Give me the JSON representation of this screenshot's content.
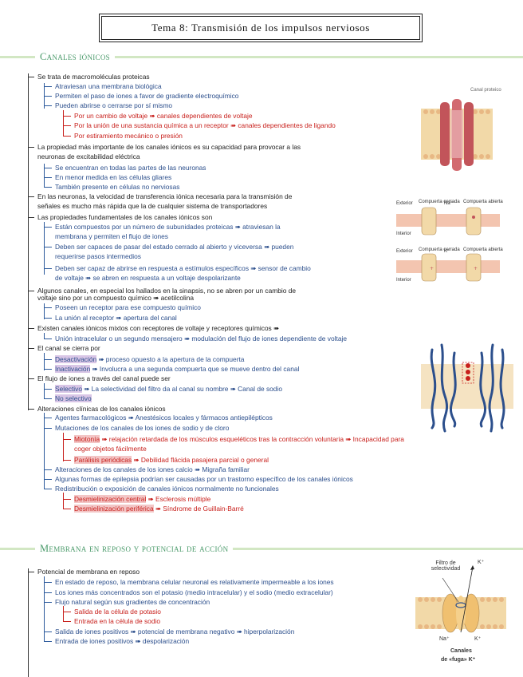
{
  "title": "Tema 8: Transmisión de los impulsos nerviosos",
  "sections": {
    "canales": "Canales iónicos",
    "membrana": "Membrana en reposo y potencial de acción"
  },
  "canales_lines": {
    "l1": "Se trata de macromoléculas proteicas",
    "l1a": "Atraviesan una membrana biológica",
    "l1b": "Permiten el paso de iones a favor de gradiente electroquímico",
    "l1c": "Pueden abrirse o cerrarse por sí mismo",
    "l1c1": "Por un cambio de voltaje ➠ canales dependientes de voltaje",
    "l1c2": "Por la unión de una sustancia química a un receptor ➠ canales dependientes de ligando",
    "l1c3": "Por estiramiento mecánico o presión",
    "l2": "La propiedad más importante de los canales iónicos es su capacidad para provocar a las",
    "l2b": "neuronas de excitabilidad eléctrica",
    "l2a": "Se encuentran en todas las partes de las neuronas",
    "l2c": "En menor medida en las células gliares",
    "l2d": "También presente en células no nerviosas",
    "l3": "En las neuronas, la velocidad de transferencia iónica necesaria para la transmisión de",
    "l3b": "señales es mucho más rápida que la de cualquier sistema de transportadores",
    "l4": "Las propiedades fundamentales de los canales iónicos son",
    "l4a": "Están compuestos por un número de subunidades proteicas ➠ atraviesan la",
    "l4a2": "membrana y permiten el flujo de iones",
    "l4b": "Deben ser capaces de pasar del estado cerrado al abierto y viceversa ➠ pueden",
    "l4b2": "requerirse pasos intermedios",
    "l4c": "Deben ser capaz de abrirse en respuesta a estímulos específicos ➠ sensor de cambio",
    "l4c2": "de voltaje ➠ se abren en respuesta a un voltaje despolarizante",
    "l5": "Algunos canales, en especial los hallados en la sinapsis, no se abren por un cambio de",
    "l5b": "voltaje sino por un compuesto químico ➠ acetilcolina",
    "l5a": "Poseen un receptor para ese compuesto químico",
    "l5c": "La unión al receptor ➠ apertura del canal",
    "l6": "Existen canales iónicos mixtos con receptores de voltaje y receptores químicos ➠",
    "l6a": "Unión intracelular o un segundo mensajero ➠ modulación del flujo de iones dependiente de voltaje",
    "l7": "El canal se cierra por",
    "l7a_key": "Desactivación",
    "l7a": " ➠ proceso opuesto a la apertura de la compuerta",
    "l7b_key": "Inactivación",
    "l7b": " ➠ Involucra a una segunda compuerta que se mueve dentro del canal",
    "l8": "El flujo de iones a través del canal puede ser",
    "l8a_key": "Selectivo",
    "l8a": " ➠ La selectividad del filtro da al canal su nombre ➠ Canal de sodio",
    "l8b_key": "No selectivo",
    "l9": "Alteraciones clínicas de los canales iónicos",
    "l9a": "Agentes farmacológicos ➠ Anestésicos locales y fármacos antiepilépticos",
    "l9b": "Mutaciones de los canales de los iones de sodio y de cloro",
    "l9b1_key": "Miotonía",
    "l9b1": " ➠ relajación retardada de los músculos esqueléticos tras la ",
    "l9b1_red": "contracción voluntaria ➠ Incapacidad para",
    "l9b1b": "coger objetos fácilmente",
    "l9b2_key": "Parálisis periódicas",
    "l9b2": " ➠ Debilidad flácida pasajera parcial o general",
    "l9c": "Alteraciones de los canales de los iones calcio ➠ Migraña familiar",
    "l9d": "Algunas formas de epilepsia podrían ser causadas por un trastorno específico de los canales iónicos",
    "l9e": "Redistribución o exposición de canales iónicos normalmente no funcionales",
    "l9e1_key": "Desmielinización central",
    "l9e1": " ➠ Esclerosis múltiple",
    "l9e2_key": "Desmielinización periférica",
    "l9e2": " ➠ Síndrome de Guillain-Barré"
  },
  "membrana_lines": {
    "m1": "Potencial de membrana en reposo",
    "m1a": "En estado de reposo, la membrana celular neuronal es relativamente impermeable a los iones",
    "m1b": "Los iones más concentrados son el potasio (medio intracelular) y el sodio (medio extracelular)",
    "m1c": "Flujo natural según sus gradientes de concentración",
    "m1c1": "Salida de la célula de potasio",
    "m1c2": "Entrada en la célula de sodio",
    "m1d": "Salida de iones positivos ➠ potencial de membrana negativo ➠ hiperpolarización",
    "m1e": "Entrada de iones positivos ➠ despolarización"
  },
  "figures": {
    "fig1_label": "Canal proteico",
    "fig2_label_ext": "Exterior",
    "fig2_label_int": "Interior",
    "fig2_label_a": "Compuerta cerrada",
    "fig2_label_b": "Compuerta abierta",
    "fig2_ion_na": "Na⁺",
    "fig2_ion_k": "K⁺",
    "fig4_filtro": "Filtro de selectividad",
    "fig4_k_top": "K⁺",
    "fig4_na": "Na⁺",
    "fig4_k_bottom": "K⁺",
    "fig4_caption1": "Canales",
    "fig4_caption2": "de «fuga» K⁺"
  },
  "colors": {
    "section_green": "#4a9a6a",
    "section_bar": "#d2e7c3",
    "blue_text": "#2c4f8c",
    "red_text": "#c8201c",
    "membrane_tan": "#f2d9a8",
    "channel_red": "#c2545a"
  }
}
